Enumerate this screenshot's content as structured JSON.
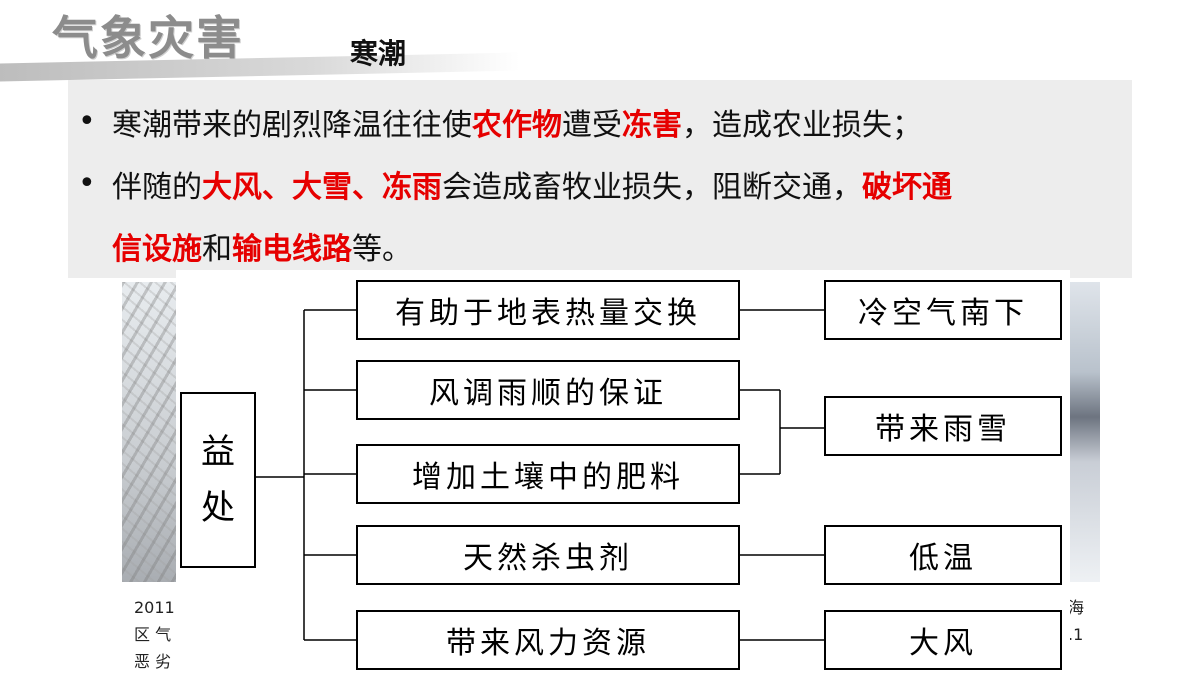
{
  "header": {
    "title": "气象灾害",
    "subtitle": "寒潮"
  },
  "bullets": {
    "b1": {
      "p1": "寒潮带来的剧烈降温往往使",
      "h1": "农作物",
      "p2": "遭受",
      "h2": "冻害",
      "p3": "，造成农业损失；"
    },
    "b2": {
      "p1": "伴随的",
      "h1": "大风、大雪、冻雨",
      "p2": "会造成畜牧业损失，阻断交通，",
      "h2a": "破坏通",
      "h2b": "信设施",
      "p3": "和",
      "h3": "输电线路",
      "p4": "等。"
    },
    "highlight_color": "#e60000"
  },
  "captions": {
    "left": [
      "2011",
      "区 气",
      "恶 劣"
    ],
    "right": [
      "海",
      ".1"
    ]
  },
  "diagram": {
    "root": [
      "益",
      "处"
    ],
    "benefits": [
      "有助于地表热量交换",
      "风调雨顺的保证",
      "增加土壤中的肥料",
      "天然杀虫剂",
      "带来风力资源"
    ],
    "causes": [
      "冷空气南下",
      "带来雨雪",
      "低温",
      "大风"
    ]
  }
}
